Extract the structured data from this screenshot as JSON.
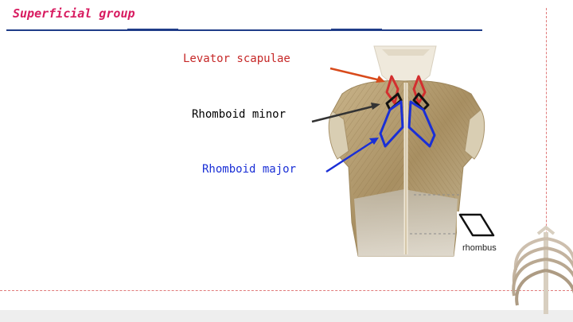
{
  "slide": {
    "title": "Superficial group"
  },
  "labels": {
    "levator": "Levator scapulae",
    "rhomboid_minor": "Rhomboid minor",
    "rhomboid_major": "Rhomboid major",
    "rhombus": "rhombus"
  },
  "colors": {
    "title": "#d81b60",
    "rule": "#1f3c88",
    "levator": "#c62828",
    "rhomboid_minor": "#000000",
    "rhomboid_major": "#1a2fd6",
    "dashed_guides": "#e07a7a"
  },
  "images": {
    "back_anatomy": "back-muscles-illustration",
    "ribcage": "ribcage-illustration",
    "rhombus_shape": "rhombus-shape-icon"
  }
}
